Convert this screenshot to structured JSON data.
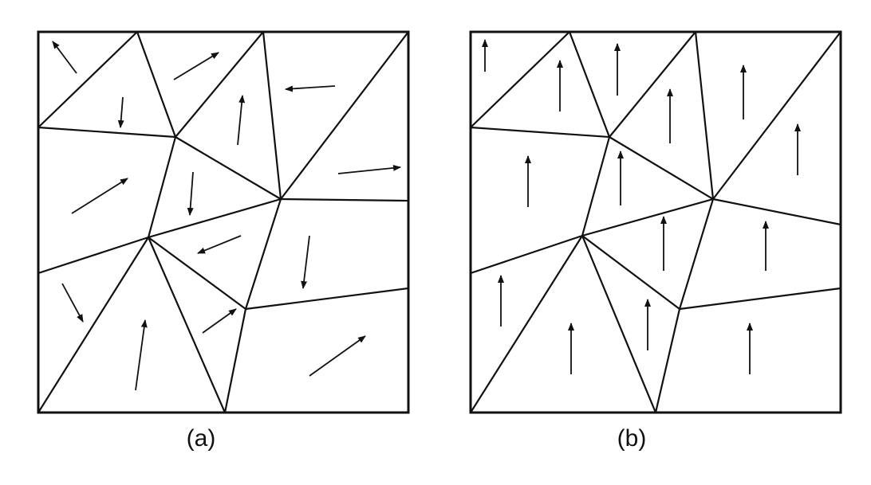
{
  "panels": [
    {
      "id": "a",
      "caption": "(a)",
      "field": "random-directions"
    },
    {
      "id": "b",
      "caption": "(b)",
      "field": "uniform-upward"
    }
  ]
}
